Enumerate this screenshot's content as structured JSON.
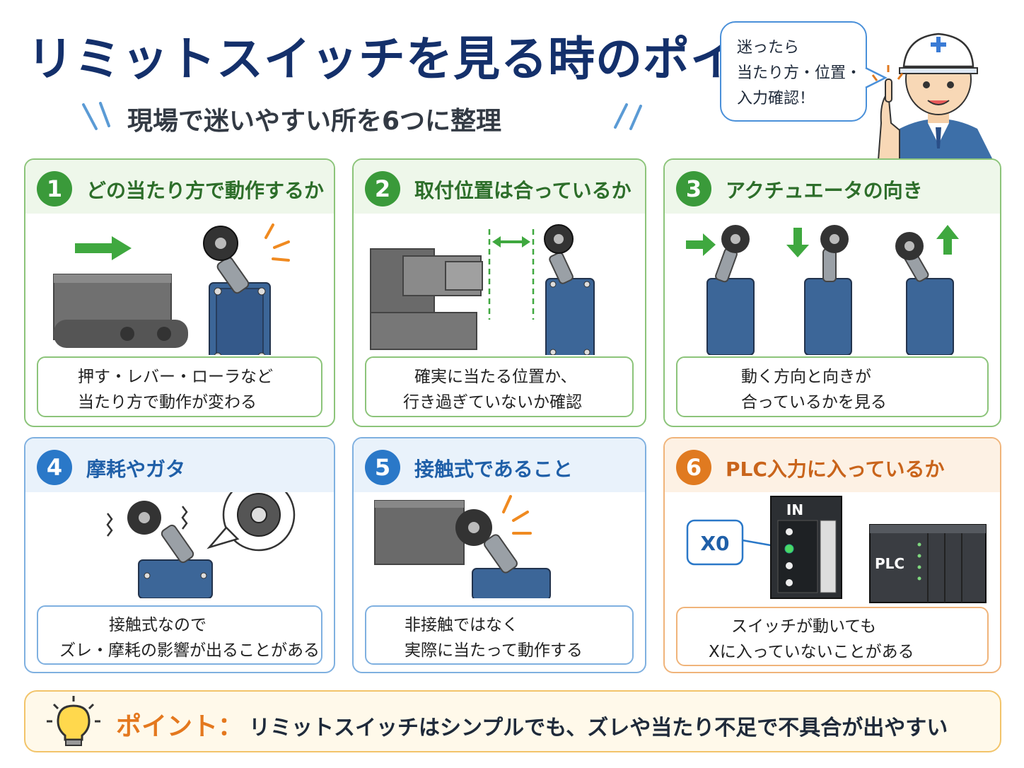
{
  "header": {
    "title": "リミットスイッチを見る時のポイント",
    "subtitle": "現場で迷いやすい所を6つに整理"
  },
  "speech_bubble": {
    "lines": [
      "迷ったら",
      "当たり方・位置・",
      "入力確認！"
    ]
  },
  "cards": [
    {
      "number": "1",
      "heading": "どの当たり方で動作するか",
      "desc": [
        "押す・レバー・ローラなど",
        "当たり方で動作が変わる"
      ],
      "color": "#3a9a3a"
    },
    {
      "number": "2",
      "heading": "取付位置は合っているか",
      "desc": [
        "確実に当たる位置か、",
        "行き過ぎていないか確認"
      ],
      "color": "#3a9a3a"
    },
    {
      "number": "3",
      "heading": "アクチュエータの向き",
      "desc": [
        "動く方向と向きが",
        "合っているかを見る"
      ],
      "color": "#3a9a3a"
    },
    {
      "number": "4",
      "heading": "摩耗やガタ",
      "desc": [
        "接触式なので",
        "ズレ・摩耗の影響が出ることがある"
      ],
      "color": "#2a78c8"
    },
    {
      "number": "5",
      "heading": "接触式であること",
      "desc": [
        "非接触ではなく",
        "実際に当たって動作する"
      ],
      "color": "#2a78c8"
    },
    {
      "number": "6",
      "heading": "PLC入力に入っているか",
      "desc": [
        "スイッチが動いても",
        "Xに入っていないことがある"
      ],
      "color": "#e07a20"
    }
  ],
  "plc_labels": {
    "in_label": "IN",
    "input_tag": "X0",
    "plc_label": "PLC"
  },
  "point": {
    "label": "ポイント：",
    "text": "リミットスイッチはシンプルでも、ズレや当たり不足で不具合が出やすい"
  },
  "icons": [
    "lightbulb-icon",
    "arrow-right-icon",
    "arrow-down-icon",
    "arrow-up-icon",
    "engineer-character"
  ]
}
